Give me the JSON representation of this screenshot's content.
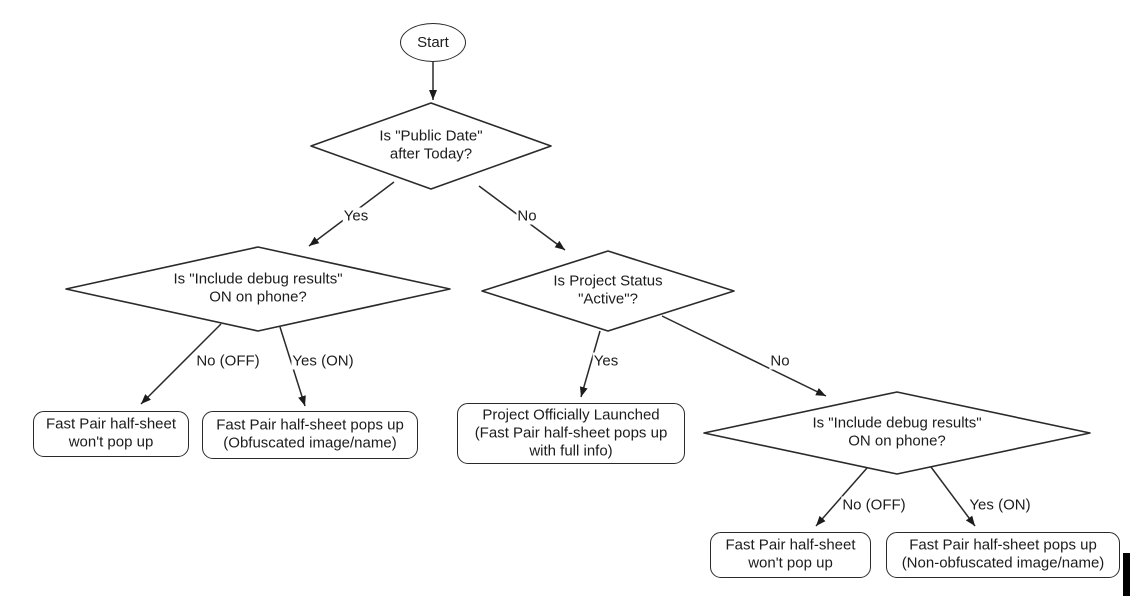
{
  "nodes": {
    "start": {
      "label": "Start"
    },
    "d1": {
      "label": "Is \"Public Date\"\nafter Today?"
    },
    "d2": {
      "label": "Is \"Include debug results\"\nON on phone?"
    },
    "d3": {
      "label": "Is Project Status\n\"Active\"?"
    },
    "d4": {
      "label": "Is \"Include debug results\"\nON on phone?"
    },
    "r1": {
      "label": "Fast Pair half-sheet\nwon't pop up"
    },
    "r2": {
      "label": "Fast Pair half-sheet pops up\n(Obfuscated image/name)"
    },
    "r3": {
      "label": "Project Officially Launched\n(Fast Pair half-sheet pops up\nwith full info)"
    },
    "r4": {
      "label": "Fast Pair half-sheet\nwon't pop up"
    },
    "r5": {
      "label": "Fast Pair half-sheet pops up\n(Non-obfuscated image/name)"
    }
  },
  "edges": {
    "d1_yes": {
      "label": "Yes"
    },
    "d1_no": {
      "label": "No"
    },
    "d2_no": {
      "label": "No (OFF)"
    },
    "d2_yes": {
      "label": "Yes (ON)"
    },
    "d3_yes": {
      "label": "Yes"
    },
    "d3_no": {
      "label": "No"
    },
    "d4_no": {
      "label": "No (OFF)"
    },
    "d4_yes": {
      "label": "Yes (ON)"
    }
  },
  "colors": {
    "stroke": "#2a2a2a",
    "background": "#ffffff",
    "text": "#1c1c1c"
  }
}
